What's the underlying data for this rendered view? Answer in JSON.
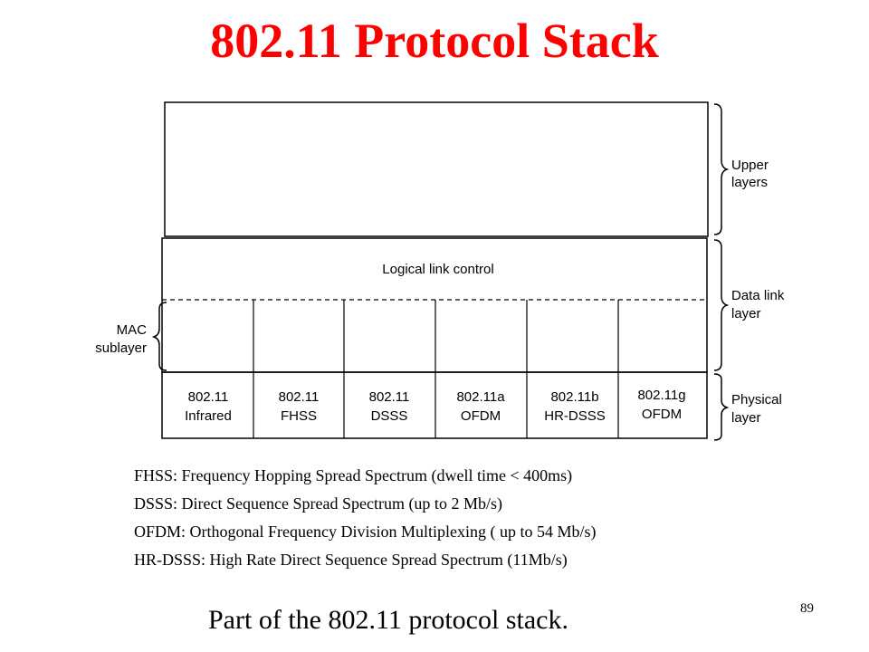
{
  "title": "802.11 Protocol Stack",
  "diagram": {
    "upper_label": [
      "Upper",
      "layers"
    ],
    "datalink_label": [
      "Data link",
      "layer"
    ],
    "physical_label": [
      "Physical",
      "layer"
    ],
    "mac_label": [
      "MAC",
      "sublayer"
    ],
    "llc_label": "Logical link control",
    "phy": [
      [
        "802.11",
        "Infrared"
      ],
      [
        "802.11",
        "FHSS"
      ],
      [
        "802.11",
        "DSSS"
      ],
      [
        "802.11a",
        "OFDM"
      ],
      [
        "802.11b",
        "HR-DSSS"
      ],
      [
        "802.11g",
        "OFDM"
      ]
    ]
  },
  "notes": [
    "FHSS: Frequency Hopping Spread Spectrum (dwell time < 400ms)",
    "DSSS: Direct Sequence Spread Spectrum (up to 2 Mb/s)",
    "OFDM: Orthogonal Frequency Division Multiplexing ( up to 54 Mb/s)",
    "HR-DSSS: High Rate Direct Sequence Spread Spectrum (11Mb/s)"
  ],
  "caption": "Part of the 802.11 protocol stack.",
  "page_number": "89",
  "colors": {
    "title": "#ff0000",
    "lines": "#000000"
  }
}
